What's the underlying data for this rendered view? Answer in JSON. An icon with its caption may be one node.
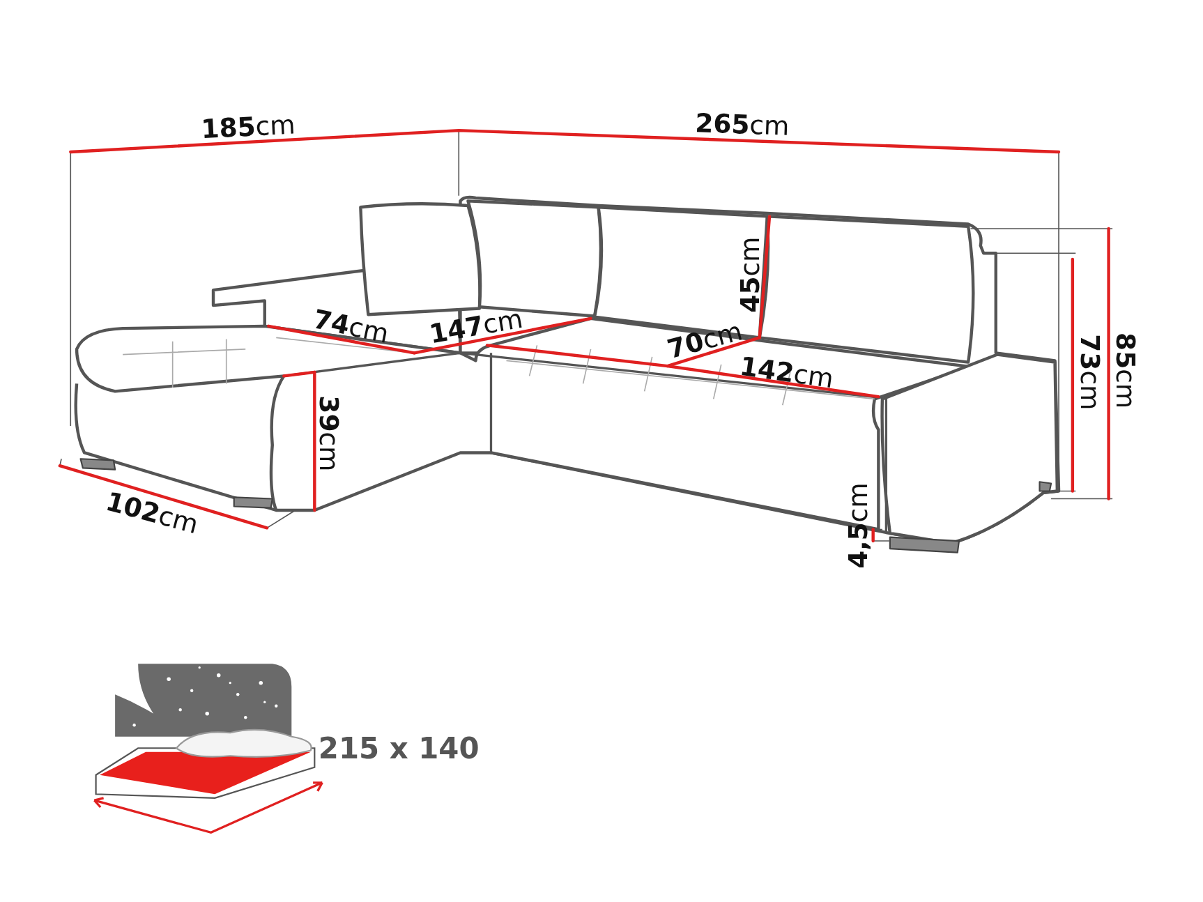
{
  "diagram": {
    "labels": [
      "**185**cm",
      "**265**cm",
      "**74**cm",
      "**147**cm",
      "**45**cm",
      "**70**cm",
      "**142**cm",
      "**73**cm",
      "**85**cm",
      "**39**cm",
      "**102**cm",
      "**4,5**cm",
      "215 x 140"
    ]
  }
}
